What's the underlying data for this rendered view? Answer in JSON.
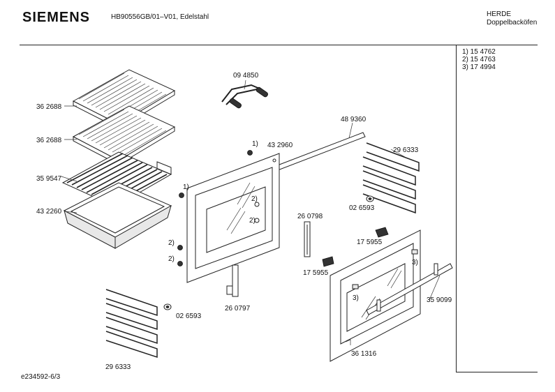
{
  "header": {
    "brand": "SIEMENS",
    "model": "HB90556GB/01–V01, Edelstahl",
    "category_line1": "HERDE",
    "category_line2": "Doppelbacköfen"
  },
  "notes": [
    "1) 15 4762",
    "2) 15 4763",
    "3) 17 4994"
  ],
  "footer": "e234592-6/3",
  "parts": {
    "rack_top": "36 2688",
    "rack_mid": "36 2688",
    "rack_grill": "35 9547",
    "tray": "43 2260",
    "handle_tool": "09 4850",
    "bar": "48 9360",
    "frame": "43 2960",
    "rail_right": "29 6333",
    "screw_right": "02 6593",
    "hinge_mid": "26 0798",
    "hinge_clip_top": "17 5955",
    "hinge_clip_bottom": "17 5955",
    "hinge_left": "26 0797",
    "rail_left": "29 6333",
    "screw_left": "02 6593",
    "door_handle": "35 9099",
    "door": "36 1316"
  },
  "callouts": {
    "c1a": "1)",
    "c1b": "1)",
    "c2a": "2)",
    "c2b": "2)",
    "c2c": "2)",
    "c2d": "2)",
    "c3a": "3)",
    "c3b": "3)"
  }
}
